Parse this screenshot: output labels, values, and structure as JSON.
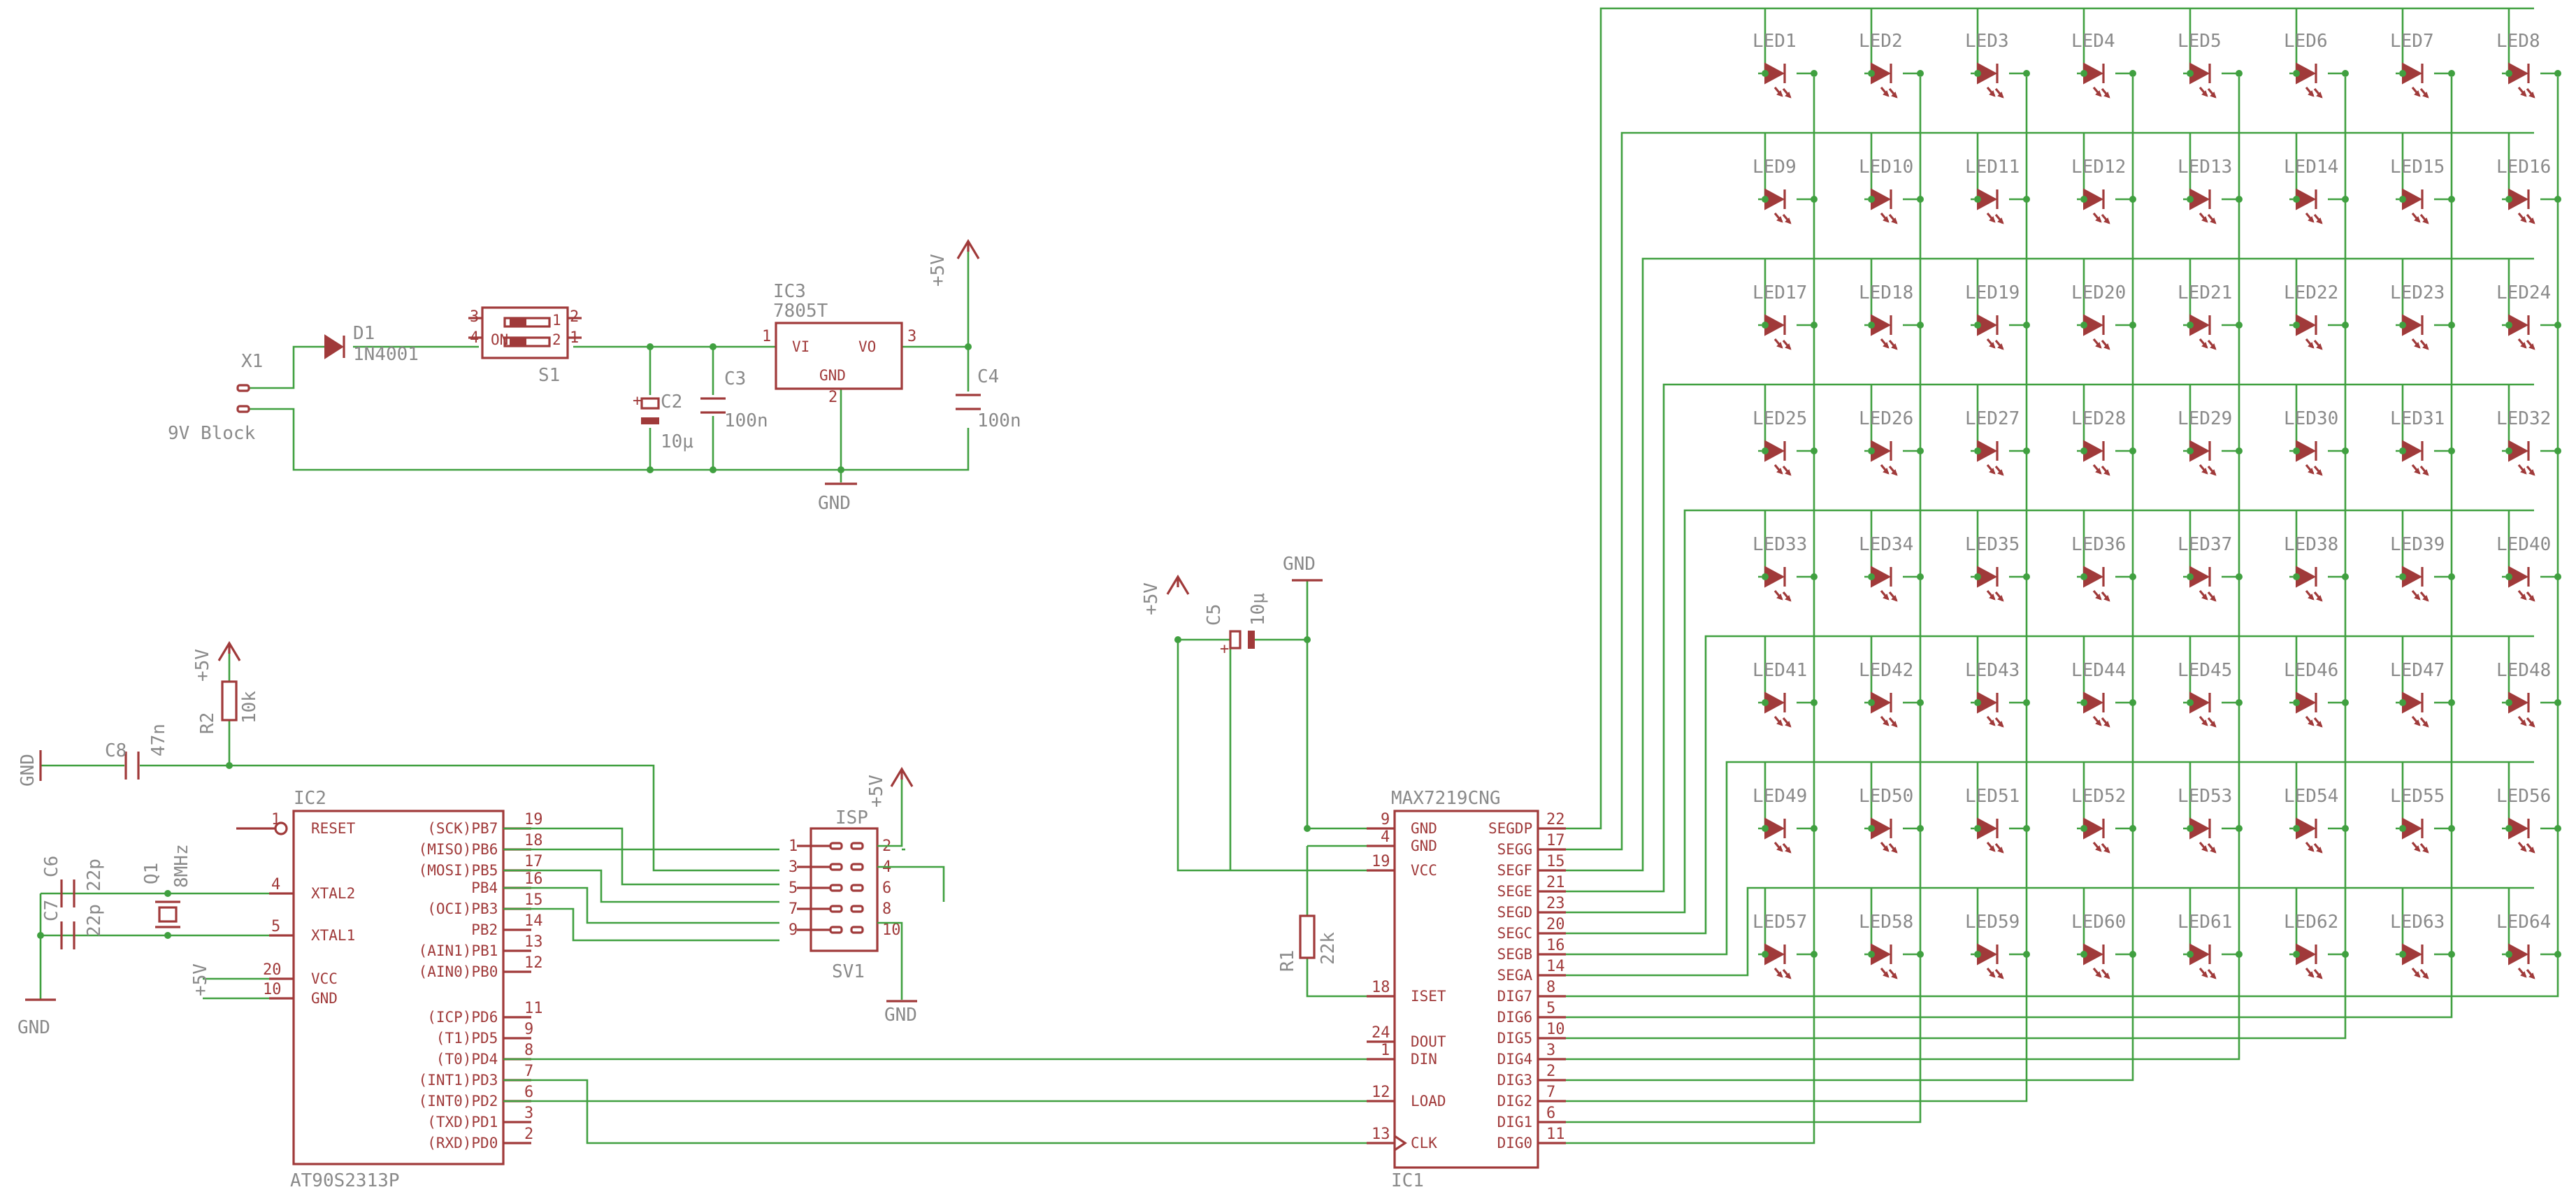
{
  "components": {
    "x1": {
      "ref": "X1",
      "value": "9V Block"
    },
    "d1": {
      "ref": "D1",
      "value": "1N4001"
    },
    "s1": {
      "ref": "S1",
      "pins": [
        "3",
        "4",
        "2",
        "1"
      ],
      "marks": [
        "ON",
        "1",
        "2"
      ]
    },
    "ic3": {
      "ref": "IC3",
      "value": "7805T",
      "pins": [
        "VI",
        "VO",
        "GND"
      ],
      "pin_numbers": [
        "1",
        "3",
        "2"
      ]
    },
    "c2": {
      "ref": "C2",
      "value": "10μ",
      "polarity": "+"
    },
    "c3": {
      "ref": "C3",
      "value": "100n"
    },
    "c4": {
      "ref": "C4",
      "value": "100n"
    },
    "c5": {
      "ref": "C5",
      "value": "10μ",
      "polarity": "+"
    },
    "c6": {
      "ref": "C6",
      "value": "22p"
    },
    "c7": {
      "ref": "C7",
      "value": "22p"
    },
    "c8": {
      "ref": "C8",
      "value": "47n"
    },
    "q1": {
      "ref": "Q1",
      "value": "8MHz"
    },
    "r1": {
      "ref": "R1",
      "value": "22k"
    },
    "r2": {
      "ref": "R2",
      "value": "10k"
    },
    "sv1": {
      "ref": "SV1",
      "label": "ISP",
      "pins_left": [
        "1",
        "3",
        "5",
        "7",
        "9"
      ],
      "pins_right": [
        "2",
        "4",
        "6",
        "8",
        "10"
      ]
    },
    "ic2": {
      "ref": "IC2",
      "value": "AT90S2313P",
      "left_pins": [
        {
          "num": "1",
          "name": "RESET"
        },
        {
          "num": "4",
          "name": "XTAL2"
        },
        {
          "num": "5",
          "name": "XTAL1"
        },
        {
          "num": "20",
          "name": "VCC"
        },
        {
          "num": "10",
          "name": "GND"
        }
      ],
      "right_pins": [
        {
          "num": "19",
          "name": "(SCK)PB7"
        },
        {
          "num": "18",
          "name": "(MISO)PB6"
        },
        {
          "num": "17",
          "name": "(MOSI)PB5"
        },
        {
          "num": "16",
          "name": "PB4"
        },
        {
          "num": "15",
          "name": "(OCI)PB3"
        },
        {
          "num": "14",
          "name": "PB2"
        },
        {
          "num": "13",
          "name": "(AIN1)PB1"
        },
        {
          "num": "12",
          "name": "(AIN0)PB0"
        },
        {
          "num": "11",
          "name": "(ICP)PD6"
        },
        {
          "num": "9",
          "name": "(T1)PD5"
        },
        {
          "num": "8",
          "name": "(T0)PD4"
        },
        {
          "num": "7",
          "name": "(INT1)PD3"
        },
        {
          "num": "6",
          "name": "(INT0)PD2"
        },
        {
          "num": "3",
          "name": "(TXD)PD1"
        },
        {
          "num": "2",
          "name": "(RXD)PD0"
        }
      ]
    },
    "ic1": {
      "ref": "IC1",
      "value": "MAX7219CNG",
      "left_pins": [
        {
          "num": "9",
          "name": "GND"
        },
        {
          "num": "4",
          "name": "GND"
        },
        {
          "num": "19",
          "name": "VCC"
        },
        {
          "num": "18",
          "name": "ISET"
        },
        {
          "num": "24",
          "name": "DOUT"
        },
        {
          "num": "1",
          "name": "DIN"
        },
        {
          "num": "12",
          "name": "LOAD"
        },
        {
          "num": "13",
          "name": "CLK"
        }
      ],
      "right_pins": [
        {
          "num": "22",
          "name": "SEGDP"
        },
        {
          "num": "17",
          "name": "SEGG"
        },
        {
          "num": "15",
          "name": "SEGF"
        },
        {
          "num": "21",
          "name": "SEGE"
        },
        {
          "num": "23",
          "name": "SEGD"
        },
        {
          "num": "20",
          "name": "SEGC"
        },
        {
          "num": "16",
          "name": "SEGB"
        },
        {
          "num": "14",
          "name": "SEGA"
        },
        {
          "num": "8",
          "name": "DIG7"
        },
        {
          "num": "5",
          "name": "DIG6"
        },
        {
          "num": "10",
          "name": "DIG5"
        },
        {
          "num": "3",
          "name": "DIG4"
        },
        {
          "num": "2",
          "name": "DIG3"
        },
        {
          "num": "7",
          "name": "DIG2"
        },
        {
          "num": "6",
          "name": "DIG1"
        },
        {
          "num": "11",
          "name": "DIG0"
        }
      ]
    }
  },
  "nets": {
    "vcc": "+5V",
    "gnd": "GND"
  },
  "led_matrix": {
    "rows": 8,
    "cols": 8,
    "labels": [
      "LED1",
      "LED2",
      "LED3",
      "LED4",
      "LED5",
      "LED6",
      "LED7",
      "LED8",
      "LED9",
      "LED10",
      "LED11",
      "LED12",
      "LED13",
      "LED14",
      "LED15",
      "LED16",
      "LED17",
      "LED18",
      "LED19",
      "LED20",
      "LED21",
      "LED22",
      "LED23",
      "LED24",
      "LED25",
      "LED26",
      "LED27",
      "LED28",
      "LED29",
      "LED30",
      "LED31",
      "LED32",
      "LED33",
      "LED34",
      "LED35",
      "LED36",
      "LED37",
      "LED38",
      "LED39",
      "LED40",
      "LED41",
      "LED42",
      "LED43",
      "LED44",
      "LED45",
      "LED46",
      "LED47",
      "LED48",
      "LED49",
      "LED50",
      "LED51",
      "LED52",
      "LED53",
      "LED54",
      "LED55",
      "LED56",
      "LED57",
      "LED58",
      "LED59",
      "LED60",
      "LED61",
      "LED62",
      "LED63",
      "LED64"
    ]
  },
  "colors": {
    "symbol": "#a03a3a",
    "wire": "#40a040",
    "text": "#8a8a8a"
  }
}
